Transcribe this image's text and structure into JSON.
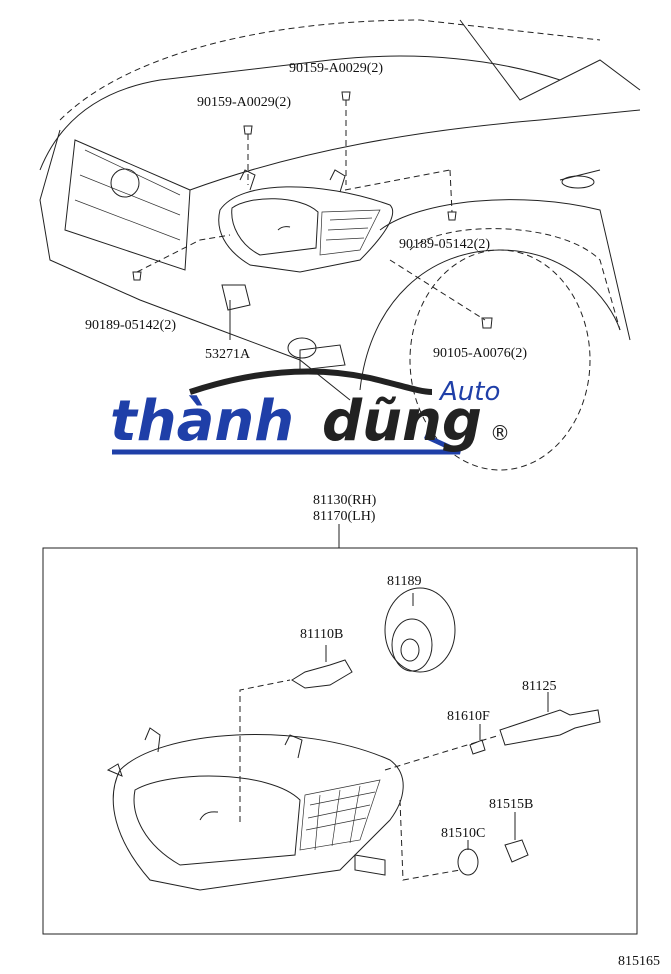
{
  "diagram": {
    "callouts": [
      {
        "id": "c1",
        "text": "90159-A0029(2)"
      },
      {
        "id": "c2",
        "text": "90159-A0029(2)"
      },
      {
        "id": "c3",
        "text": "90189-05142(2)"
      },
      {
        "id": "c4",
        "text": "90189-05142(2)"
      },
      {
        "id": "c5",
        "text": "53271A"
      },
      {
        "id": "c6",
        "text": "90105-A0076(2)"
      },
      {
        "id": "c7",
        "text": "81130(RH)"
      },
      {
        "id": "c8",
        "text": "81170(LH)"
      },
      {
        "id": "c9",
        "text": "81189"
      },
      {
        "id": "c10",
        "text": "81110B"
      },
      {
        "id": "c11",
        "text": "81125"
      },
      {
        "id": "c12",
        "text": "81610F"
      },
      {
        "id": "c13",
        "text": "81515B"
      },
      {
        "id": "c14",
        "text": "81510C"
      }
    ],
    "figure_number": "815165"
  },
  "watermark": {
    "brand": "thành",
    "brand2": "dũng",
    "suffix": "Auto",
    "registered": "®",
    "colors": {
      "blue": "#1f3fa8",
      "dark": "#222222"
    }
  }
}
